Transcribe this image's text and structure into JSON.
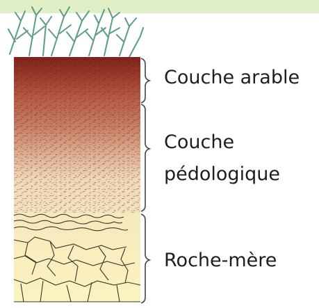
{
  "diagram": {
    "layers": [
      {
        "id": "topsoil",
        "lines": [
          "Couche arable"
        ]
      },
      {
        "id": "subsoil",
        "lines": [
          "Couche",
          "pédologique"
        ]
      },
      {
        "id": "bedrock",
        "lines": [
          "Roche-mère"
        ]
      }
    ]
  },
  "colors": {
    "header_band": "#e1efc7",
    "topsoil": "#8f2e24",
    "subsoil": "#c98066",
    "bedrock": "#f8f0b8",
    "grass": "#5e9a88",
    "brace": "#444444",
    "text": "#1e1e1e"
  }
}
